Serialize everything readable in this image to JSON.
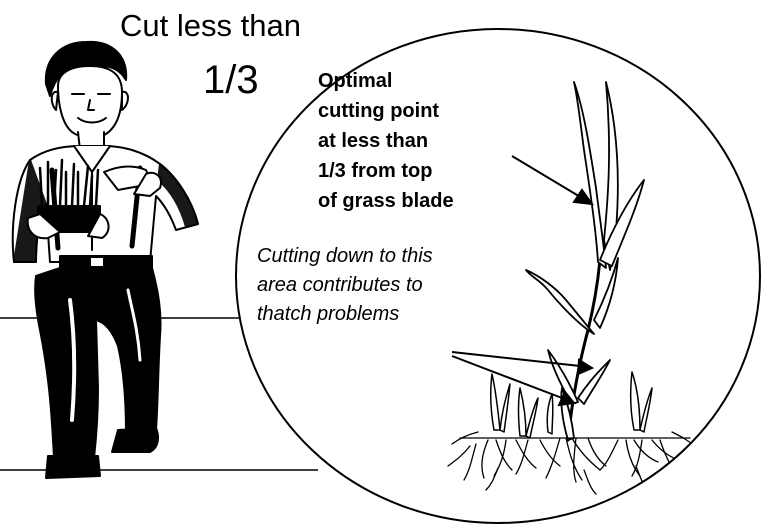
{
  "title": {
    "line1": "Cut less than",
    "line2": "1/3"
  },
  "callouts": {
    "optimal": {
      "lines": [
        "Optimal",
        "cutting point",
        "at less than",
        "1/3 from top",
        "of grass blade"
      ]
    },
    "thatch": {
      "lines": [
        "Cutting down to this",
        "area contributes to",
        "thatch problems"
      ]
    }
  },
  "colors": {
    "ink": "#000000",
    "background": "#ffffff"
  },
  "icons": {
    "person": "kneeling-man-holding-grass-sod",
    "plant": "grass-plant-with-roots"
  }
}
